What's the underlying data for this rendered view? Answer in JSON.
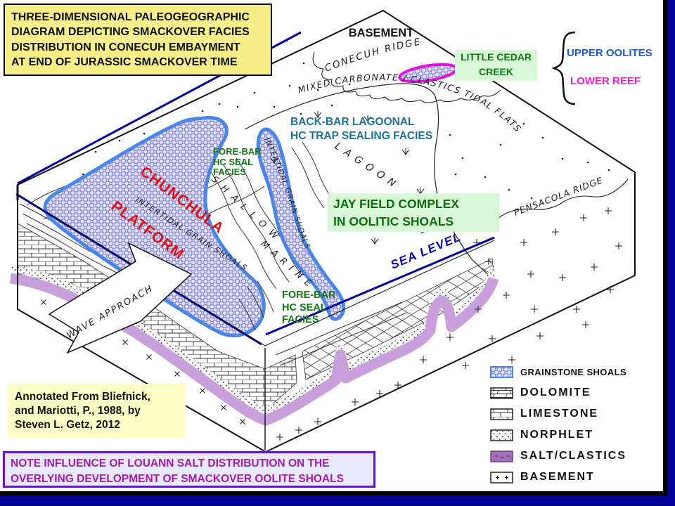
{
  "frame": {
    "outer_color": "#000099",
    "content_bg": "#FFFFFF"
  },
  "title_box": {
    "line1": "THREE-DIMENSIONAL PALEOGEOGRAPHIC",
    "line2": "DIAGRAM DEPICTING SMACKOVER FACIES",
    "line3": "DISTRIBUTION IN CONECUH EMBAYMENT",
    "line4": "AT END OF JURASSIC SMACKOVER TIME"
  },
  "map_labels": {
    "basement_peak": "BASEMENT",
    "conecuh_ridge": "CONECUH RIDGE",
    "mixed_carbonate_tidal_flats": "MIXED CARBONATE / CLASTICS TIDAL FLATS",
    "little_cedar_creek_line1": "LITTLE CEDAR",
    "little_cedar_creek_line2": "CREEK",
    "upper_oolites": "UPPER OOLITES",
    "lower_reef": "LOWER REEF",
    "back_bar_line1": "BACK-BAR LAGOONAL",
    "back_bar_line2": "HC TRAP SEALING FACIES",
    "lagoon": "LAGOON",
    "fore_bar_upper_line1": "FORE-BAR",
    "fore_bar_upper_line2": "HC SEAL",
    "fore_bar_upper_line3": "FACIES",
    "fore_bar_lower_line1": "FORE-BAR",
    "fore_bar_lower_line2": "HC SEAL",
    "fore_bar_lower_line3": "FACIES",
    "chunchula": "CHUNCHULA",
    "platform": "PLATFORM",
    "intertidal_left": "INTERTIDAL GRAIN SHOALS",
    "intertidal_right": "INTERTIDAL GRAIN SHOALS",
    "shallow": "SHALLOW",
    "marine": "MARINE",
    "jay_field_line1": "JAY FIELD COMPLEX",
    "jay_field_line2": "IN OOLITIC SHOALS",
    "sea_level": "SEA LEVEL",
    "pensacola_ridge": "PENSACOLA RIDGE",
    "wave_approach": "WAVE APPROACH"
  },
  "legend": {
    "items": [
      {
        "label": "GRAINSTONE SHOALS",
        "pattern": "grainstone-shoals"
      },
      {
        "label": "DOLOMITE",
        "pattern": "dolomite"
      },
      {
        "label": "LIMESTONE",
        "pattern": "limestone"
      },
      {
        "label": "NORPHLET",
        "pattern": "norphlet"
      },
      {
        "label": "SALT/CLASTICS",
        "pattern": "salt-clastics"
      },
      {
        "label": "BASEMENT",
        "pattern": "basement"
      }
    ]
  },
  "annotation_box": {
    "line1": "Annotated From Bliefnick,",
    "line2": "and Mariotti, P., 1988, by",
    "line3": "Steven L. Getz, 2012"
  },
  "note_box": {
    "line1": "NOTE INFLUENCE OF LOUANN SALT DISTRIBUTION ON THE",
    "line2": "OVERLYING DEVELOPMENT OF SMACKOVER OOLITE SHOALS"
  },
  "colors": {
    "title_bg": "#F6EF8B",
    "green_label_bg": "#D9F6D9",
    "green_text": "#0B7A0B",
    "teal_text": "#1E7193",
    "blue_text": "#1B5ED1",
    "magenta_text": "#EE22CC",
    "red_text": "#E01010",
    "navy_line": "#000099",
    "shoal_outline": "#4A86E8",
    "salt_fill": "#9A6BAE",
    "note_border": "#6C10D0",
    "note_text": "#A21CA8",
    "annotation_bg": "#FFFFC8"
  }
}
